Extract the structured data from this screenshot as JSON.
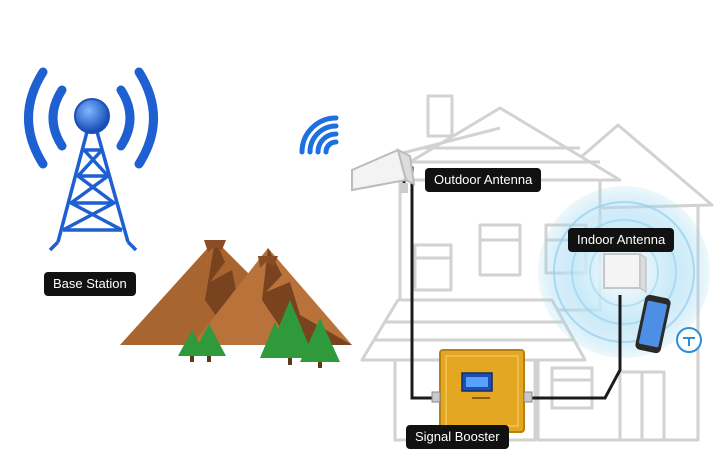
{
  "labels": {
    "base_station": "Base Station",
    "outdoor_antenna": "Outdoor Antenna",
    "indoor_antenna": "Indoor Antenna",
    "signal_booster": "Signal Booster"
  },
  "icons": [
    "cell-tower-icon",
    "mountain-icon",
    "pine-tree-icon",
    "house-icon",
    "wifi-icon",
    "panel-antenna-icon",
    "signal-booster-icon",
    "smartphone-icon",
    "signal-bubble-icon"
  ],
  "colors": {
    "tower_blue": "#1e5fd1",
    "mountain_brown": "#a9652f",
    "tree_green": "#2f9a3b",
    "booster_gold": "#e3a721",
    "house_line": "#d2d2d2",
    "signal_glow": "#8fd0ee",
    "label_bg": "#111111"
  }
}
